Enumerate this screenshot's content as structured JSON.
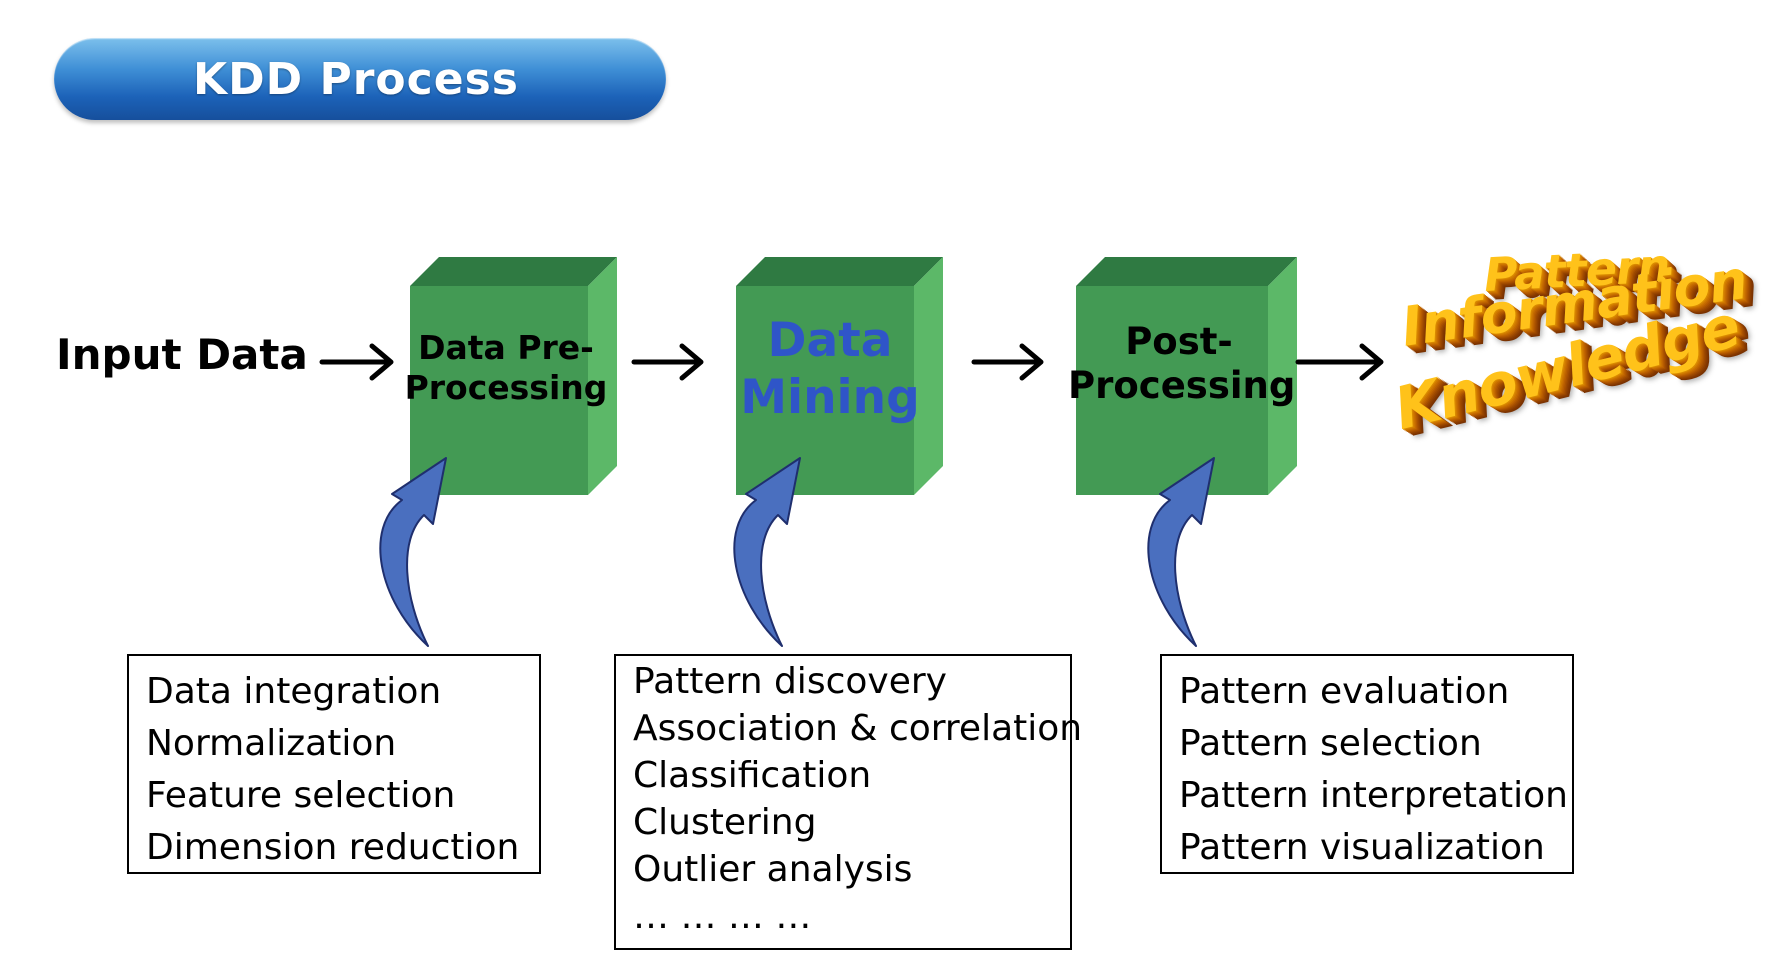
{
  "title": "KDD Process",
  "input_label": "Input Data",
  "stages": [
    {
      "label_lines": [
        "Data Pre-",
        "Processing"
      ],
      "color": "#439a54"
    },
    {
      "label_lines": [
        "Data",
        "Mining"
      ],
      "color": "#439a54",
      "label_color": "#2f55c8"
    },
    {
      "label_lines": [
        "Post-",
        "Processing"
      ],
      "color": "#439a54"
    }
  ],
  "boxes": [
    {
      "items": [
        "Data integration",
        "Normalization",
        "Feature selection",
        "Dimension reduction"
      ]
    },
    {
      "items": [
        "Pattern discovery",
        "Association & correlation",
        "Classification",
        "Clustering",
        "Outlier analysis",
        "… … … …"
      ]
    },
    {
      "items": [
        "Pattern evaluation",
        "Pattern selection",
        "Pattern interpretation",
        "Pattern visualization"
      ]
    }
  ],
  "output_words": [
    "Pattern",
    "Information",
    "Knowledge"
  ],
  "colors": {
    "title_pill": "#2a72c8",
    "cube_front": "#439a54",
    "cube_top": "#2f7a42",
    "cube_side": "#5cb868",
    "curved_arrow": "#4a6fbf",
    "output_text": "#ffc21a",
    "output_extrude": "#b85d00"
  }
}
